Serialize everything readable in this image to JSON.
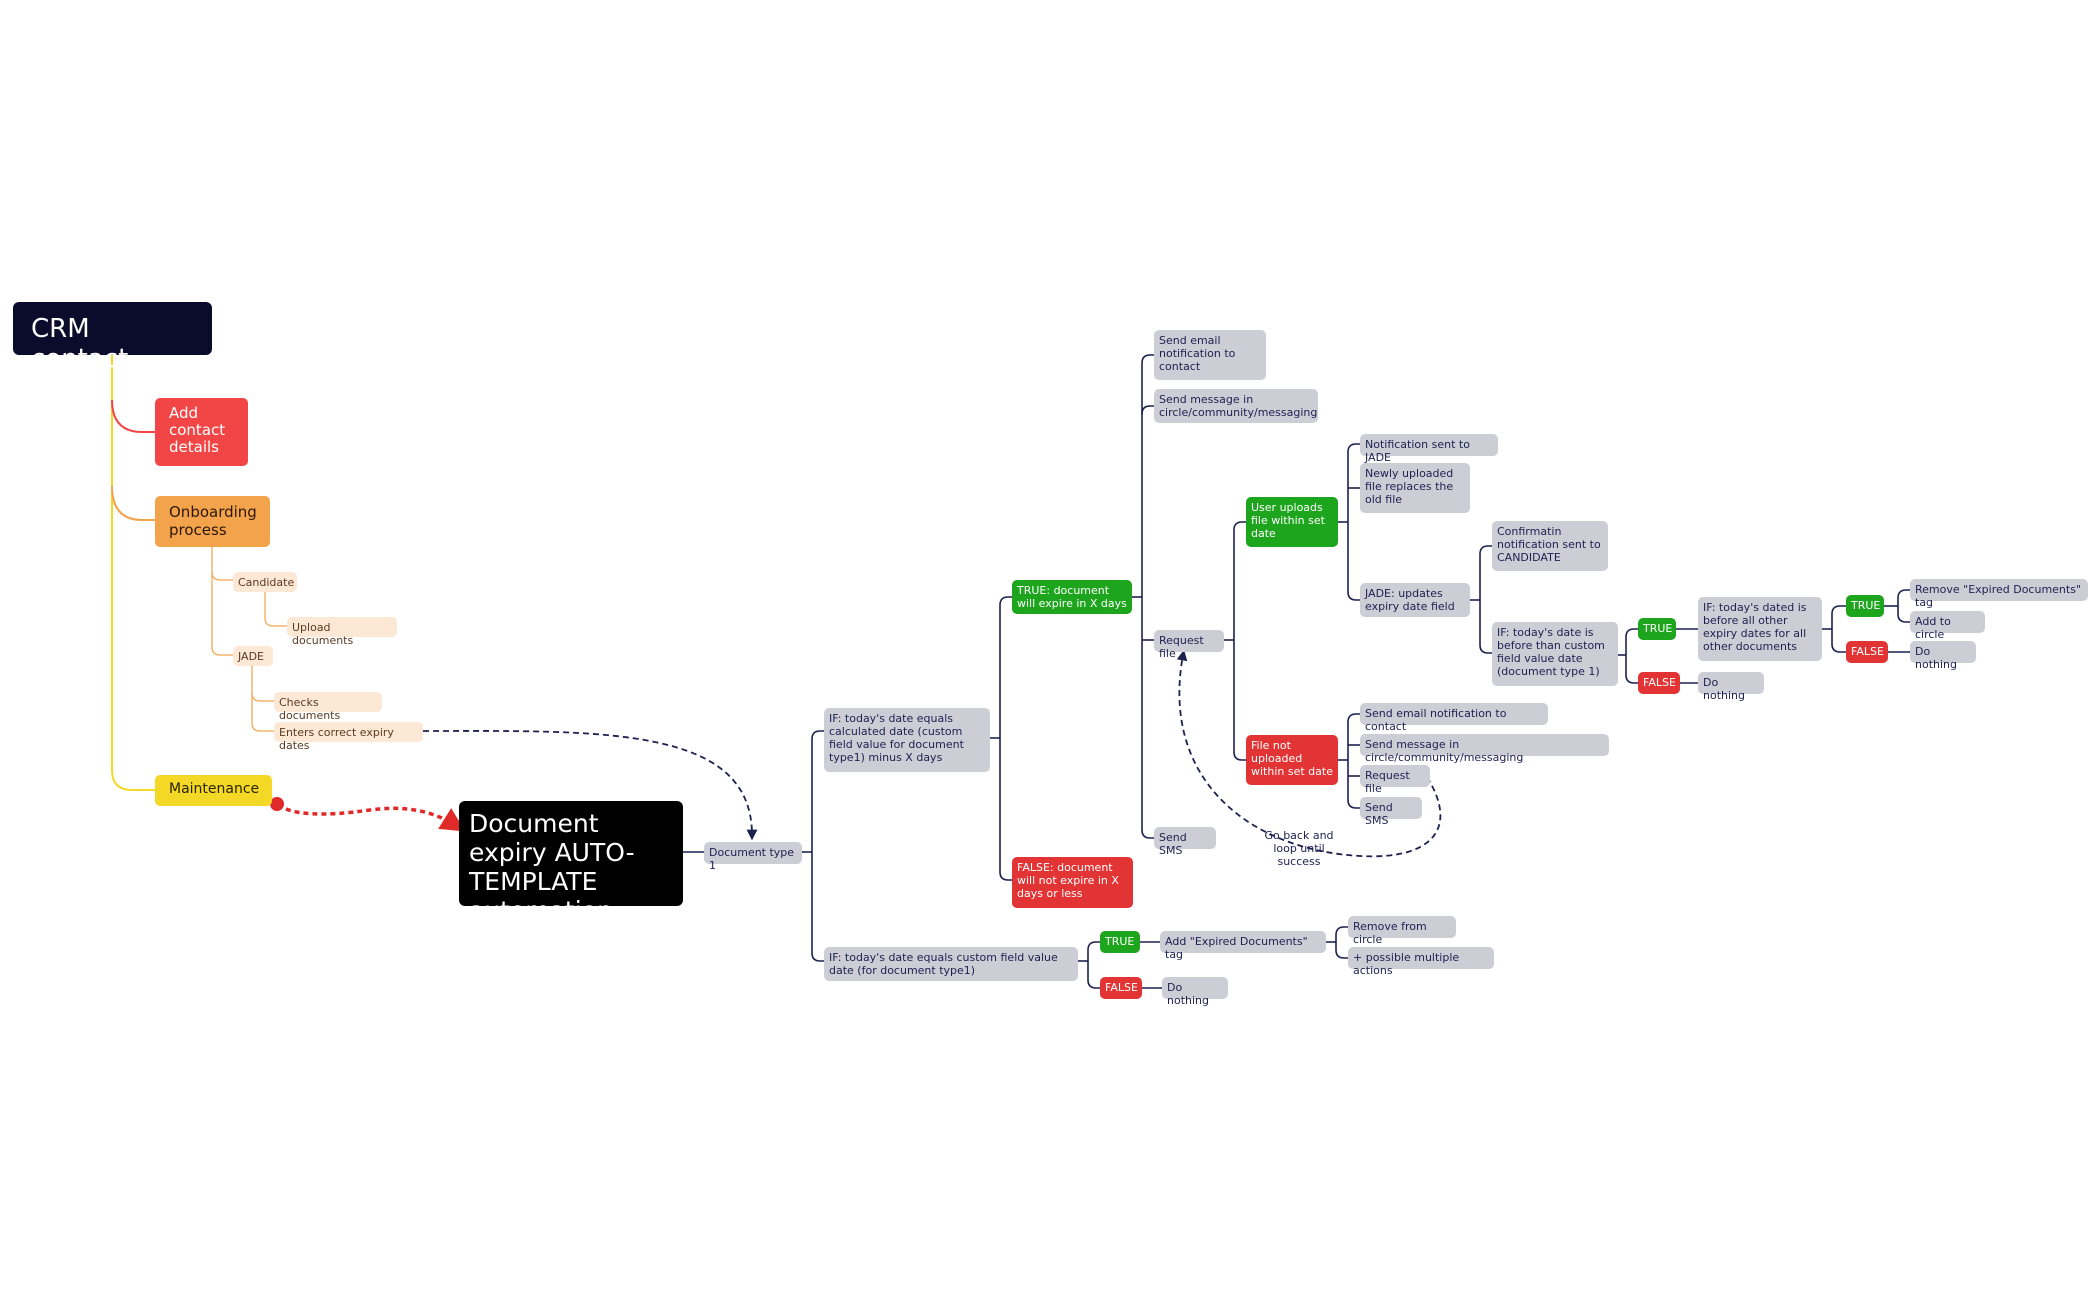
{
  "nodes": {
    "crm": "CRM contact",
    "add_contact": "Add contact details",
    "onboarding": "Onboarding process",
    "candidate": "Candidate",
    "upload_documents": "Upload documents",
    "jade": "JADE",
    "checks_documents": "Checks documents",
    "enters_expiry": "Enters correct expiry dates",
    "maintenance": "Maintenance",
    "doc_expiry": "Document expiry AUTO-TEMPLATE automation",
    "doc_type": "Document type 1",
    "if_calc": "IF: today's date equals calculated date (custom field value for document type1) minus X days",
    "if_equal": "IF: today's date equals custom field value date (for document type1)",
    "true_expire": "TRUE: document will expire in X days",
    "false_expire": "FALSE: document will not expire in X days or less",
    "send_email": "Send email notification to contact",
    "send_message": "Send message in circle/community/messaging",
    "request_file": "Request file",
    "send_sms": "Send SMS",
    "user_uploads": "User uploads file within set date",
    "file_not_uploaded": "File not uploaded within set date",
    "notif_jade": "Notification sent to JADE",
    "newly_uploaded": "Newly uploaded file replaces the old file",
    "confirmation": "Confirmatin notification sent to CANDIDATE",
    "jade_updates": "JADE: updates expiry date field",
    "if_before": "IF: today's date is before than custom field value date (document type 1)",
    "true_1": "TRUE",
    "false_1": "FALSE",
    "do_nothing_1": "Do nothing",
    "if_dated": "IF: today's dated is before all other expiry dates for all other documents",
    "true_2": "TRUE",
    "false_2": "FALSE",
    "remove_expired": "Remove \"Expired Documents\" tag",
    "add_circle": "Add to circle",
    "do_nothing_2": "Do nothing",
    "send_email_2": "Send email notification to contact",
    "send_message_2": "Send message in circle/community/messaging",
    "request_file_2": "Request file",
    "send_sms_2": "Send SMS",
    "go_back": "Go back and loop until success",
    "true_3": "TRUE",
    "false_3": "FALSE",
    "add_expired": "Add \"Expired Documents\" tag",
    "do_nothing_3": "Do nothing",
    "remove_circle": "Remove from circle",
    "possible_multiple": "+ possible multiple actions"
  },
  "colors": {
    "line": "#1c2150",
    "node_grey": "#cdcdd6",
    "true_green": "#1ea51e",
    "false_red": "#e23434",
    "crm_dark": "#0b0b2c",
    "add_red": "#f24646",
    "onboarding_orange": "#f4a34d",
    "maintenance_yellow": "#f4d826",
    "peach": "#fde8d6",
    "arrow_red": "#e02a2a"
  }
}
